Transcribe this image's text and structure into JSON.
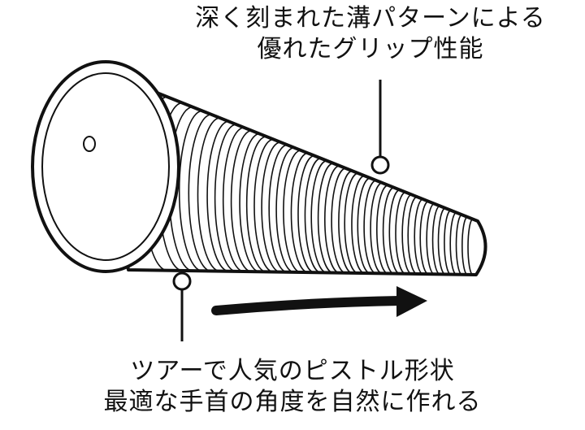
{
  "annotations": {
    "top": {
      "line1": "深く刻まれた溝パターンによる",
      "line2": "優れたグリップ性能"
    },
    "bottom": {
      "line1": "ツアーで人気のピストル形状",
      "line2": "最適な手首の角度を自然に作れる"
    }
  },
  "colors": {
    "ink": "#111111",
    "background": "#ffffff"
  }
}
